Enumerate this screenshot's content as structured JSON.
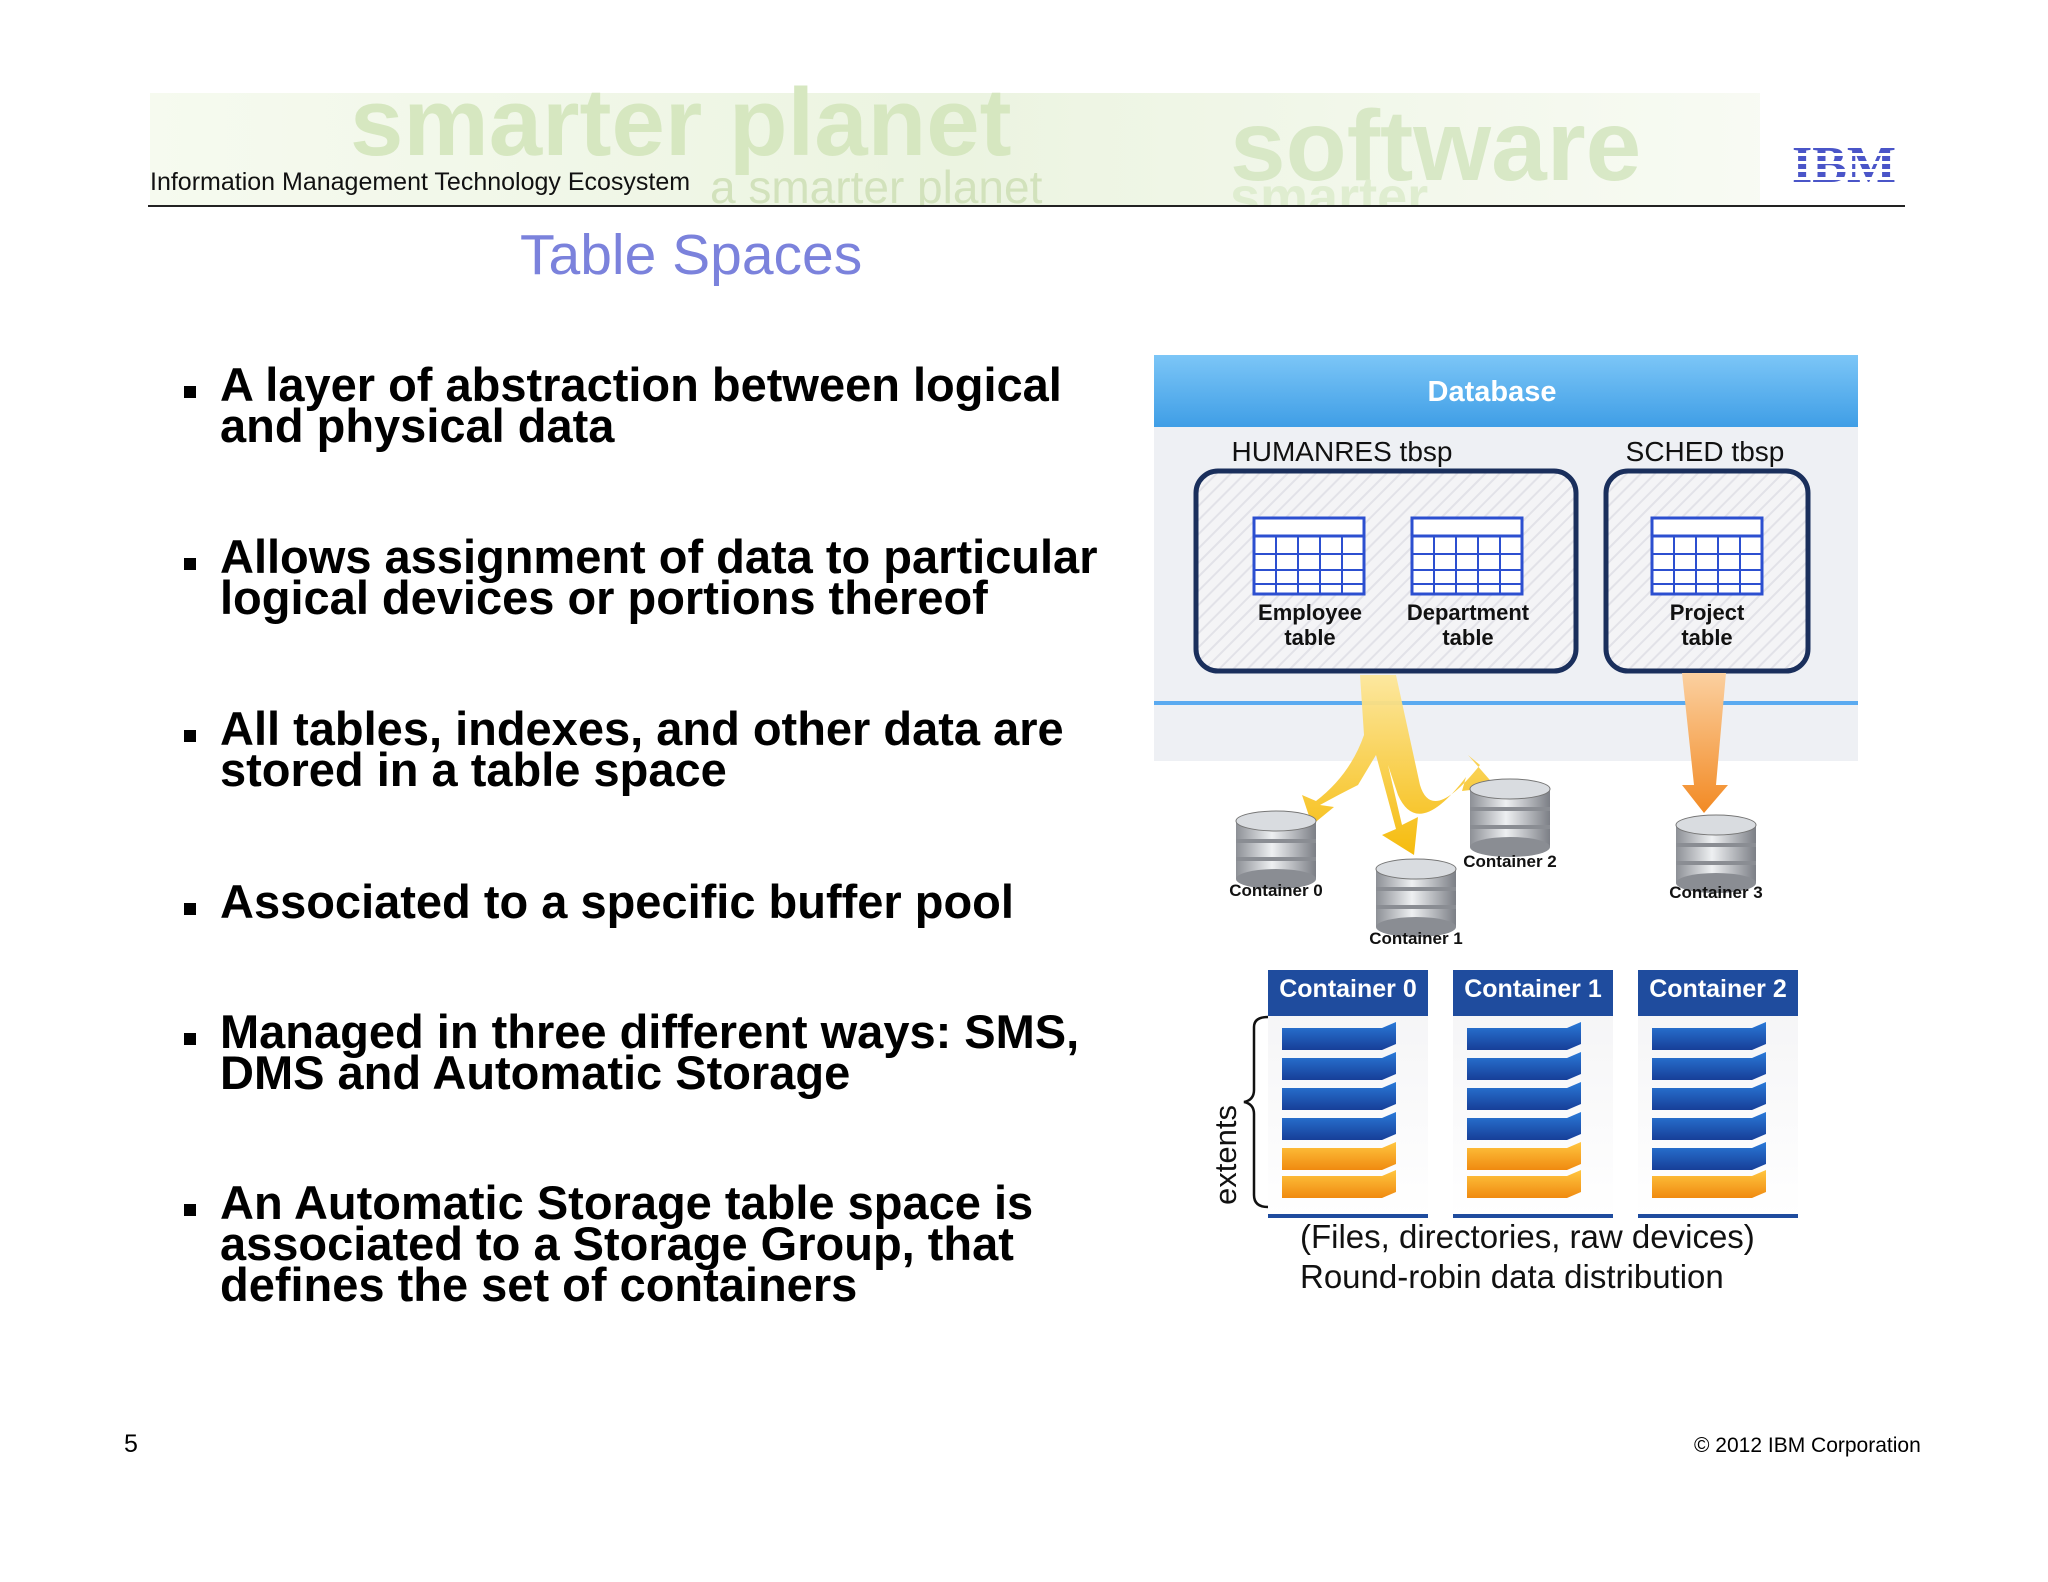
{
  "header": {
    "section": "Information Management Technology Ecosystem",
    "banner_words": [
      "smarter planet",
      "a smarter planet",
      "software",
      "smarter"
    ],
    "logo_text": "IBM"
  },
  "slide": {
    "title": "Table Spaces",
    "bullets": [
      {
        "line1": "A layer of abstraction between logical",
        "line2": "and physical data"
      },
      {
        "line1": "Allows assignment of data to particular",
        "line2": "logical devices or portions thereof"
      },
      {
        "line1": "All tables, indexes, and other data are",
        "line2": "stored in a table space"
      },
      {
        "line1": "Associated to a specific buffer pool"
      },
      {
        "line1": "Managed in three different ways: SMS,",
        "line2": "DMS and Automatic Storage"
      },
      {
        "line1": "An Automatic Storage table space is",
        "line2": "associated to a Storage Group, that",
        "line3": "defines the set of containers"
      }
    ]
  },
  "diagram": {
    "database_label": "Database",
    "tablespaces": [
      {
        "name": "HUMANRES tbsp",
        "tables": [
          {
            "line1": "Employee",
            "line2": "table"
          },
          {
            "line1": "Department",
            "line2": "table"
          }
        ]
      },
      {
        "name": "SCHED tbsp",
        "tables": [
          {
            "line1": "Project",
            "line2": "table"
          }
        ]
      }
    ],
    "disk_containers": [
      "Container 0",
      "Container 1",
      "Container 2",
      "Container 3"
    ],
    "extent_containers": [
      "Container 0",
      "Container 1",
      "Container 2"
    ],
    "extents_label": "extents",
    "caption_line1": "(Files, directories, raw devices)",
    "caption_line2": "Round-robin data distribution",
    "colors": {
      "header_blue": "#5fb3f0",
      "container_header": "#1f4c9e",
      "extent_blue": "#1f5fc0",
      "extent_orange": "#f7a51c",
      "arrow_yellow": "#f7c81e",
      "arrow_orange": "#f5a040"
    }
  },
  "footer": {
    "page_number": "5",
    "copyright": "© 2012 IBM Corporation"
  }
}
